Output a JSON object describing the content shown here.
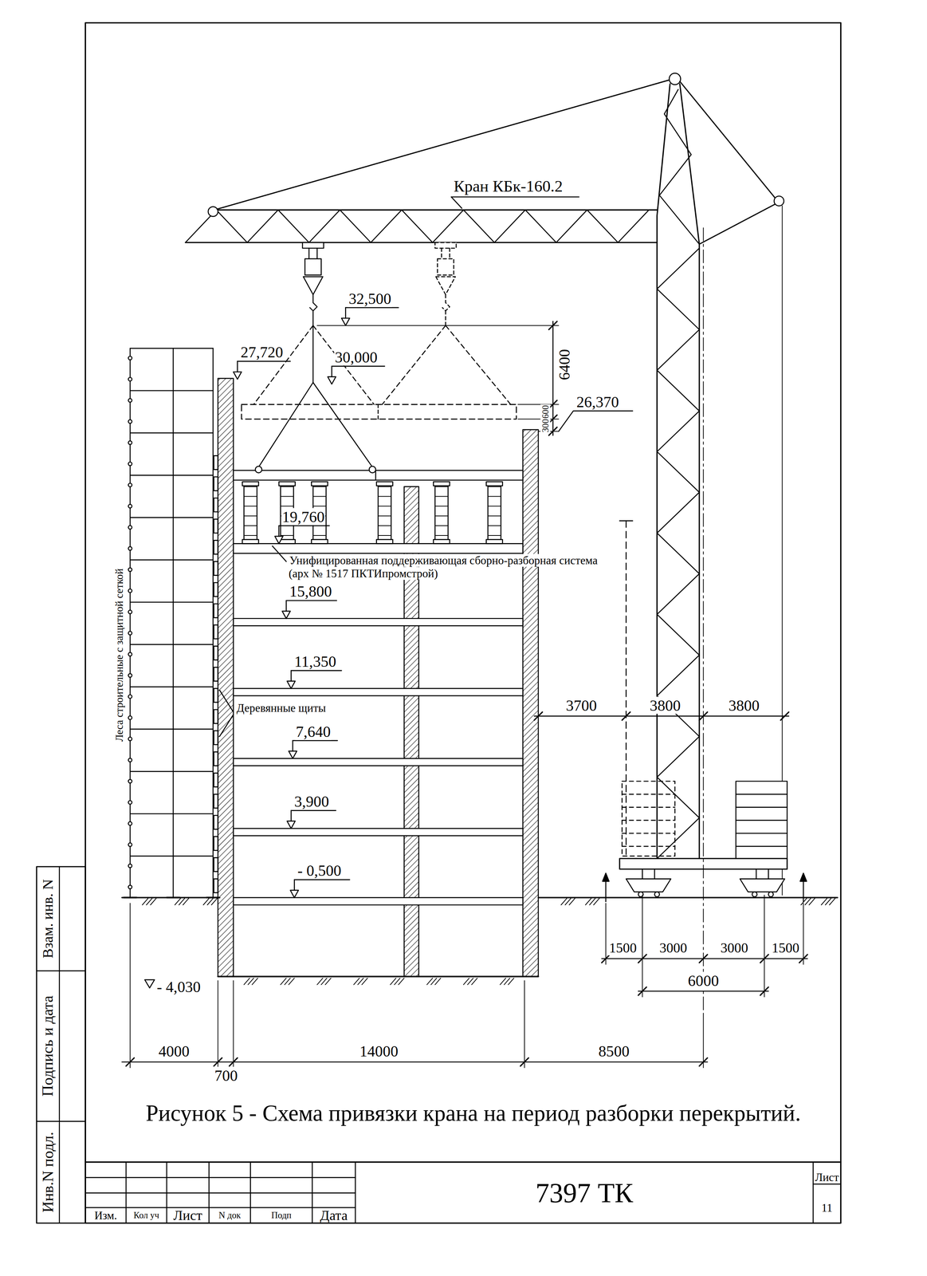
{
  "diagram": {
    "caption": "Рисунок 5 - Схема привязки крана на период разборки перекрытий.",
    "nodes": [
      {
        "text": [
          "Изм."
        ]
      },
      {
        "text": [
          "Кол уч"
        ]
      },
      {
        "text": [
          "Лист"
        ]
      },
      {
        "text": [
          "N док"
        ]
      },
      {
        "text": [
          "Подп"
        ]
      },
      {
        "text": [
          "Дата"
        ]
      },
      {
        "text": [
          "7397 ТК"
        ]
      },
      {
        "text": [
          "Лист",
          "11"
        ]
      },
      {
        "text": [
          "Инв.N подл."
        ]
      },
      {
        "text": [
          "Подпись и дата"
        ]
      },
      {
        "text": [
          "Взам. инв. N"
        ]
      }
    ],
    "labels": [
      "Кран КБк-160.2",
      "32,500",
      "27,720",
      "30,000",
      "6400",
      "600",
      "26,370",
      "300",
      "19,760",
      "Унифицированная поддерживающая сборно-разборная система (арх № 1517 ПКТИпромстрой)",
      "15,800",
      "11,350",
      "Деревянные щиты",
      "7,640",
      "3,900",
      "- 0,500",
      "- 4,030",
      "Леса строительные с защитной сеткой",
      "3700",
      "3800",
      "3800",
      "1500",
      "3000",
      "3000",
      "1500",
      "6000",
      "4000",
      "700",
      "14000",
      "8500"
    ]
  }
}
